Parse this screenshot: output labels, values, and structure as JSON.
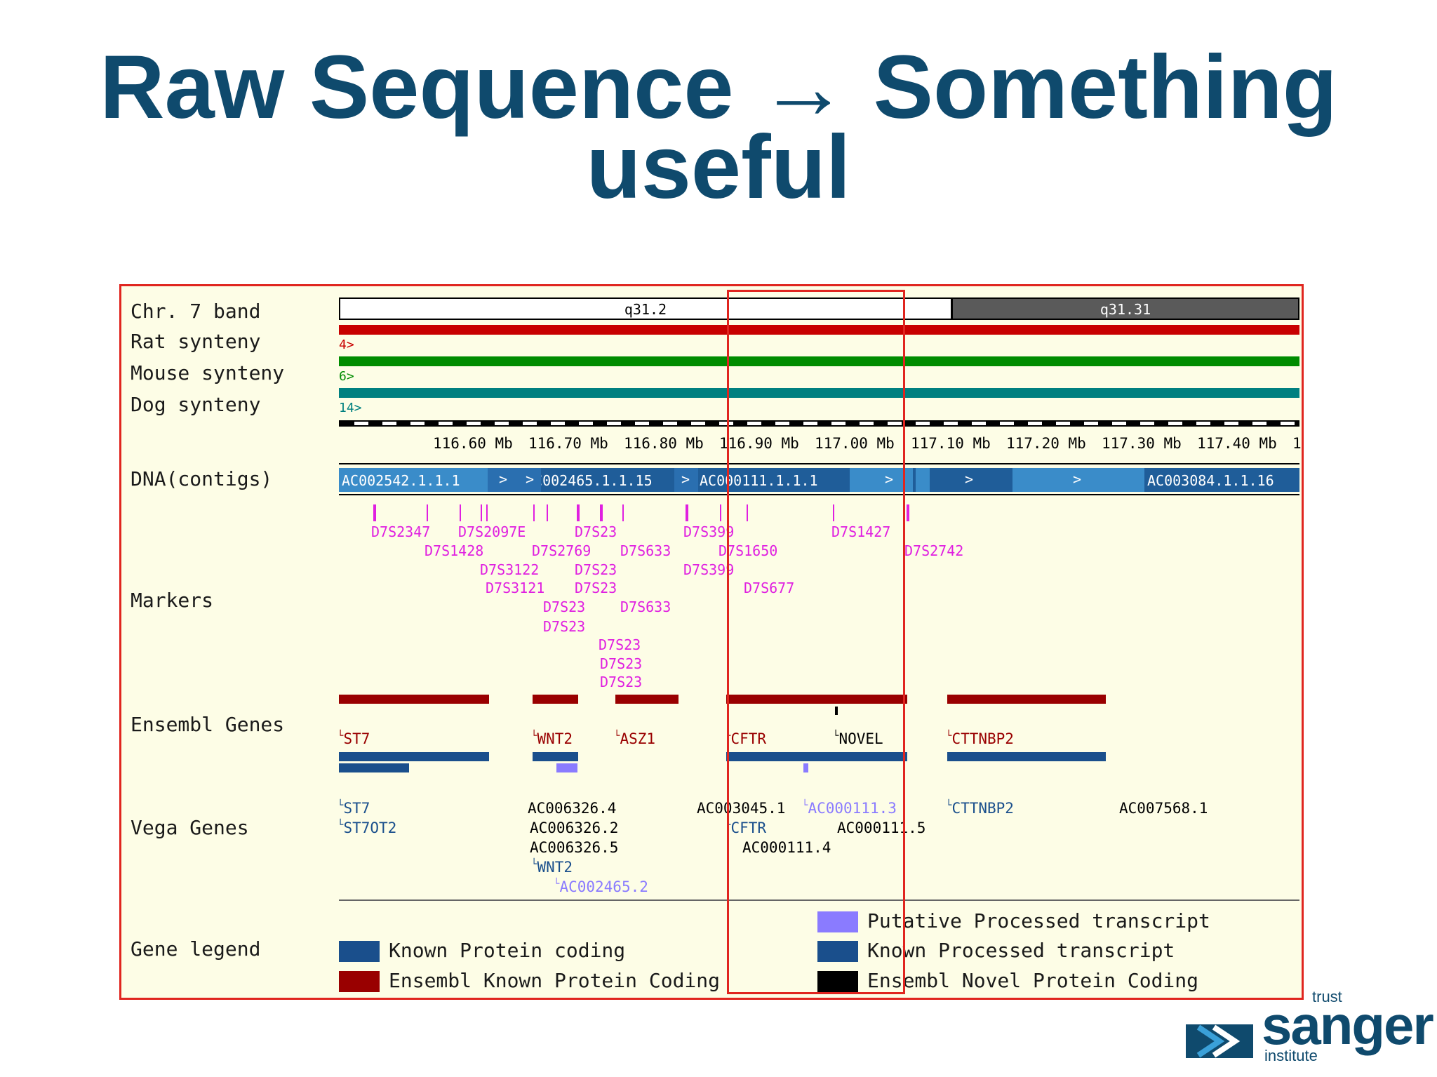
{
  "title": {
    "line1": "Raw Sequence → Something",
    "line2": "useful"
  },
  "row_labels": {
    "band": "Chr. 7 band",
    "rat": "Rat synteny",
    "mouse": "Mouse synteny",
    "dog": "Dog synteny",
    "dna": "DNA(contigs)",
    "markers": "Markers",
    "ensembl": "Ensembl Genes",
    "vega": "Vega Genes",
    "legend": "Gene legend"
  },
  "bands": {
    "left": "q31.2",
    "right": "q31.31"
  },
  "synteny": {
    "rat": "4>",
    "mouse": "6>",
    "dog": "14>"
  },
  "scale_ticks": [
    "116.60 Mb",
    "116.70 Mb",
    "116.80 Mb",
    "116.90 Mb",
    "117.00 Mb",
    "117.10 Mb",
    "117.20 Mb",
    "117.30 Mb",
    "117.40 Mb",
    "1"
  ],
  "contigs": [
    "AC002542.1.1.1",
    "AC002465.1.1.15",
    "AC000111.1.1.1",
    "AC003084.1.1.16"
  ],
  "markers": [
    "D7S2347",
    "D7S2097E",
    "D7S23",
    "D7S399",
    "D7S1427",
    "D7S1428",
    "D7S2769",
    "D7S633",
    "D7S1650",
    "D7S2742",
    "D7S3122",
    "D7S23",
    "D7S399",
    "D7S3121",
    "D7S23",
    "D7S677",
    "D7S23",
    "D7S633",
    "D7S23",
    "D7S23",
    "D7S23",
    "D7S23"
  ],
  "ensembl_genes": [
    "ST7",
    "WNT2",
    "ASZ1",
    "CFTR",
    "NOVEL",
    "CTTNBP2"
  ],
  "vega_genes": [
    "ST7",
    "ST7OT2",
    "AC006326.4",
    "AC006326.2",
    "AC006326.5",
    "WNT2",
    "AC002465.2",
    "AC003045.1",
    "AC000111.3",
    "CFTR",
    "AC000111.5",
    "AC000111.4",
    "CTTNBP2",
    "AC007568.1"
  ],
  "legend": {
    "known_protein_coding": "Known Protein coding",
    "ensembl_known_protein_coding": "Ensembl Known Protein Coding",
    "putative_processed": "Putative Processed transcript",
    "known_processed": "Known Processed transcript",
    "ensembl_novel": "Ensembl Novel Protein Coding"
  },
  "colors": {
    "title": "#0f4a6d",
    "panel_border": "#e0251f",
    "panel_bg": "#fdfde6",
    "ensembl_known": "#990000",
    "known_protein": "#1a4f8c",
    "putative": "#8a7bff",
    "novel": "#000000",
    "rat": "#c80000",
    "mouse": "#008c00",
    "dog": "#008080",
    "marker": "#e020e0"
  },
  "logo": {
    "top": "trust",
    "name": "sanger",
    "sub": "institute"
  }
}
